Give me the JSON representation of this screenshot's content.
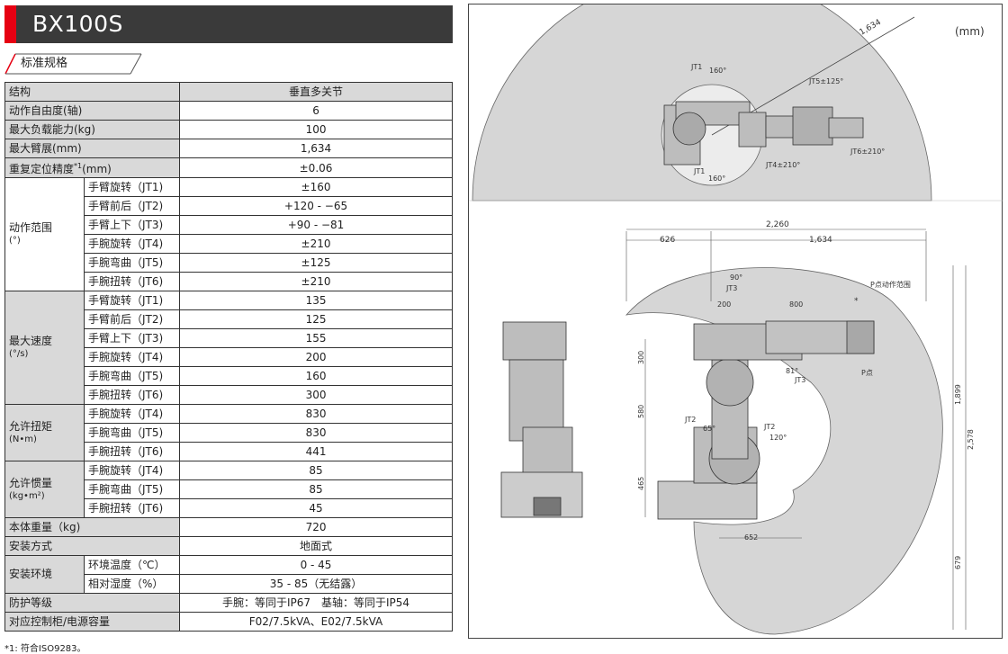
{
  "header": {
    "model": "BX100S"
  },
  "section": {
    "label": "标准规格"
  },
  "table": {
    "col_header": {
      "label": "结构",
      "value": "垂直多关节"
    },
    "rows_top": [
      {
        "label": "动作自由度(轴)",
        "value": "6"
      },
      {
        "label": "最大负载能力(kg)",
        "value": "100"
      },
      {
        "label": "最大臂展(mm)",
        "value": "1,634"
      }
    ],
    "repeat": {
      "label_prefix": "重复定位精度",
      "label_sup": "*1",
      "label_suffix": "(mm)",
      "value": "±0.06"
    },
    "motion_range": {
      "group_label": "动作范围",
      "unit": "(°)",
      "rows": [
        {
          "label": "手臂旋转（JT1)",
          "value": "±160"
        },
        {
          "label": "手臂前后（JT2)",
          "value": "+120 - −65"
        },
        {
          "label": "手臂上下（JT3)",
          "value": "+90 - −81"
        },
        {
          "label": "手腕旋转（JT4)",
          "value": "±210"
        },
        {
          "label": "手腕弯曲（JT5)",
          "value": "±125"
        },
        {
          "label": "手腕扭转（JT6)",
          "value": "±210"
        }
      ]
    },
    "max_speed": {
      "group_label": "最大速度",
      "unit": "(°/s)",
      "rows": [
        {
          "label": "手臂旋转（JT1)",
          "value": "135"
        },
        {
          "label": "手臂前后（JT2)",
          "value": "125"
        },
        {
          "label": "手臂上下（JT3)",
          "value": "155"
        },
        {
          "label": "手腕旋转（JT4)",
          "value": "200"
        },
        {
          "label": "手腕弯曲（JT5)",
          "value": "160"
        },
        {
          "label": "手腕扭转（JT6)",
          "value": "300"
        }
      ]
    },
    "torque": {
      "group_label": "允许扭矩",
      "unit": "(N•m)",
      "rows": [
        {
          "label": "手腕旋转（JT4)",
          "value": "830"
        },
        {
          "label": "手腕弯曲（JT5)",
          "value": "830"
        },
        {
          "label": "手腕扭转（JT6)",
          "value": "441"
        }
      ]
    },
    "inertia": {
      "group_label": "允许惯量",
      "unit": "(kg•m²)",
      "rows": [
        {
          "label": "手腕旋转（JT4)",
          "value": "85"
        },
        {
          "label": "手腕弯曲（JT5)",
          "value": "85"
        },
        {
          "label": "手腕扭转（JT6)",
          "value": "45"
        }
      ]
    },
    "weight": {
      "label": "本体重量（kg)",
      "value": "720"
    },
    "mounting": {
      "label": "安装方式",
      "value": "地面式"
    },
    "environment": {
      "group_label": "安装环境",
      "rows": [
        {
          "label": "环境温度（℃）",
          "value": "0 - 45"
        },
        {
          "label": "相对湿度（%）",
          "value": "35 - 85（无结露）"
        }
      ]
    },
    "protection": {
      "label": "防护等级",
      "value": "手腕：等同于IP67　基轴：等同于IP54"
    },
    "controller": {
      "label": "对应控制柜/电源容量",
      "value": "F02/7.5kVA、E02/7.5kVA"
    }
  },
  "footnote": "*1: 符合ISO9283。",
  "drawing": {
    "unit": "(mm)",
    "reach_radius": "1,634",
    "jt1_top": "JT1",
    "jt1_top_angle": "160°",
    "jt1_bottom": "JT1",
    "jt1_bottom_angle": "160°",
    "jt5": "JT5±125°",
    "jt4": "JT4±210°",
    "jt6": "JT6±210°",
    "dim_total": "2,260",
    "dim_rear": "626",
    "dim_reach": "1,634",
    "jt3_angle_up": "90°",
    "jt3_label_up": "JT3",
    "dim_200": "200",
    "dim_800": "800",
    "p_range": "P点动作范围",
    "p_star": "*",
    "p_point": "P点",
    "jt3_angle_down": "81°",
    "jt3_label_down": "JT3",
    "dim_300": "300",
    "dim_580": "580",
    "dim_465": "465",
    "jt2_left": "JT2",
    "jt2_left_angle": "65°",
    "jt2_right": "JT2",
    "jt2_right_angle": "120°",
    "dim_652": "652",
    "dim_1899": "1,899",
    "dim_2578": "2,578",
    "dim_679": "679"
  }
}
